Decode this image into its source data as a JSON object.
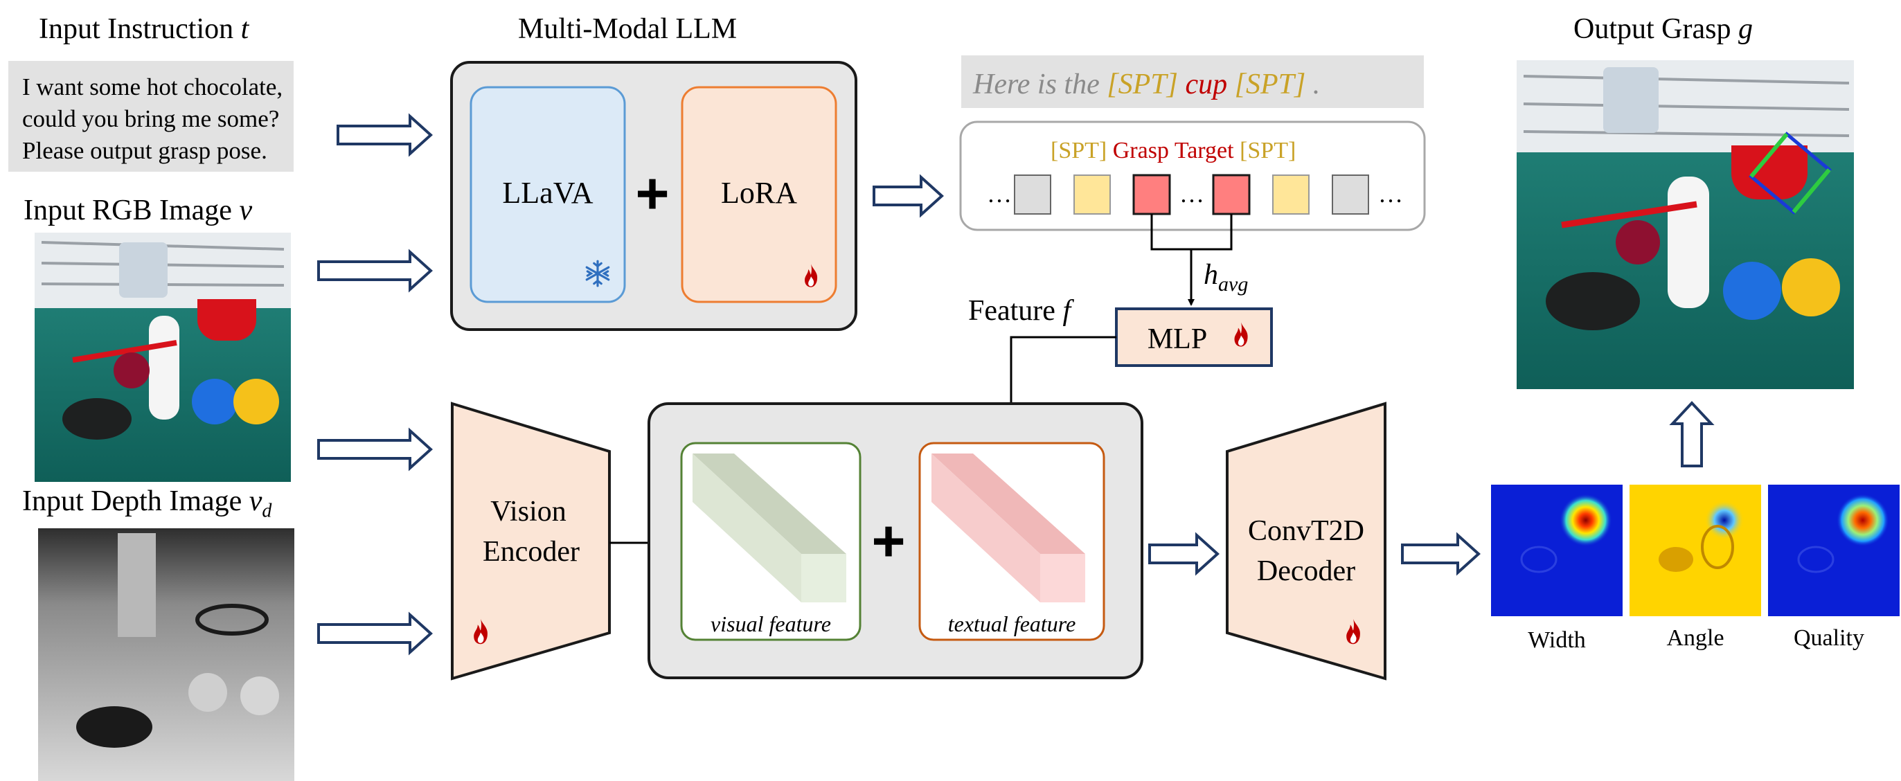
{
  "inputs": {
    "instruction_title": "Input Instruction",
    "instruction_var": "t",
    "instruction_lines": [
      "I want some hot chocolate,",
      "could you bring me some?",
      "Please output grasp pose."
    ],
    "rgb_title": "Input RGB Image",
    "rgb_var": "v",
    "depth_title": "Input Depth Image",
    "depth_var": "v",
    "depth_sub": "d"
  },
  "llm": {
    "title": "Multi-Modal LLM",
    "llava_label": "LLaVA",
    "lora_label": "LoRA",
    "plus": "+"
  },
  "output_text": {
    "prefix": "Here is the",
    "spt1": "[SPT]",
    "target": "cup",
    "spt2": "[SPT]",
    "suffix": "."
  },
  "tokens": {
    "spt_left": "[SPT]",
    "grasp_target": "Grasp Target",
    "spt_right": "[SPT]",
    "ellipsis": "…",
    "h_var": "h",
    "h_sub": "avg"
  },
  "mlp": {
    "feature_label": "Feature",
    "feature_var": "f",
    "label": "MLP"
  },
  "encoder": {
    "line1": "Vision",
    "line2": "Encoder"
  },
  "fusion": {
    "visual_label": "visual  feature",
    "textual_label": "textual  feature",
    "plus": "+"
  },
  "decoder": {
    "line1": "ConvT2D",
    "line2": "Decoder"
  },
  "maps": {
    "width": "Width",
    "angle": "Angle",
    "quality": "Quality"
  },
  "output": {
    "title": "Output Grasp",
    "var": "g"
  },
  "colors": {
    "navy": "#1f3864",
    "llava_fill": "#dceaf7",
    "llava_stroke": "#5b9bd5",
    "lora_fill": "#fbe5d6",
    "lora_stroke": "#ed7d31",
    "spt_gold": "#c9a227",
    "target_red": "#c00000",
    "panel_gray": "#e7e7e7",
    "encoder_fill": "#fbe5d6",
    "visual_stroke": "#548235",
    "textual_stroke": "#c55a11",
    "heat_blue": "#0a1fd6",
    "heat_yellow": "#ffd400"
  },
  "icons": [
    "snowflake-icon",
    "flame-icon"
  ]
}
